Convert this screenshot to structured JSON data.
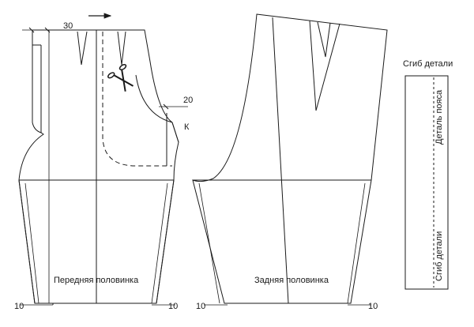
{
  "front_piece": {
    "label": "Передняя половинка",
    "dim_top": "30",
    "dim_side": "20",
    "point_k": "К",
    "hem_left": "10",
    "hem_right": "10"
  },
  "back_piece": {
    "label": "Задняя половинка",
    "hem_left": "10",
    "hem_right": "10"
  },
  "waistband": {
    "fold_label_top": "Сгиб детали",
    "part_label": "Деталь пояса",
    "fold_label_bottom": "Сгиб детали"
  }
}
